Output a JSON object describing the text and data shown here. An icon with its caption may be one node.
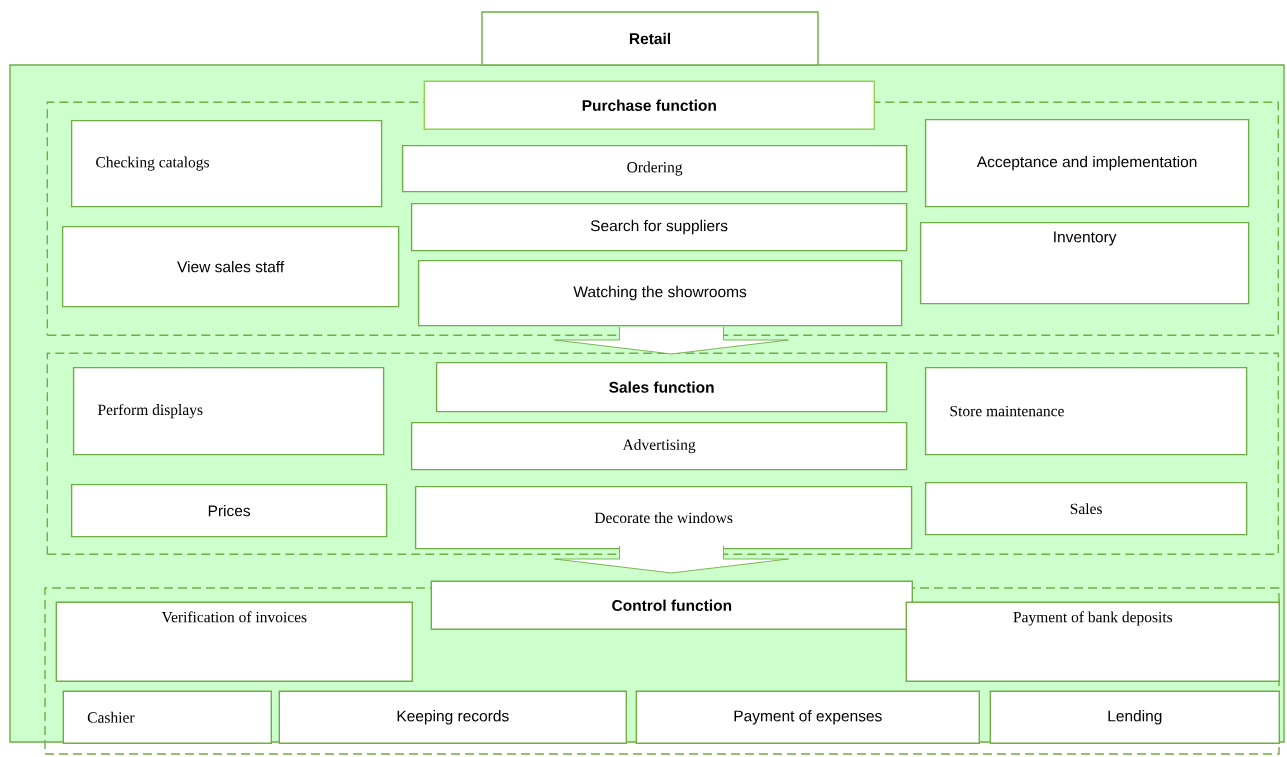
{
  "diagram": {
    "nodes": [
      {
        "text": [
          "Retail"
        ]
      },
      {
        "text": [],
        "shape": "box"
      },
      {
        "text": [
          "Purchase function"
        ],
        "in": 1
      },
      {
        "text": [],
        "shape": "box",
        "in": 1
      },
      {
        "text": [
          "Checking catalogs"
        ],
        "in": 3
      },
      {
        "text": [
          "Ordering"
        ],
        "in": 3
      },
      {
        "text": [
          "Acceptance and implementation"
        ],
        "in": 3
      },
      {
        "text": [
          "View sales staff"
        ],
        "in": 3
      },
      {
        "text": [
          "Search for suppliers"
        ],
        "in": 3
      },
      {
        "text": [
          "Inventory"
        ],
        "in": 3
      },
      {
        "text": [
          "Watching the showrooms"
        ],
        "in": 3
      },
      {
        "text": [],
        "shape": "box",
        "in": 1
      },
      {
        "text": [
          "Sales function"
        ],
        "in": 11
      },
      {
        "text": [
          "Perform displays"
        ],
        "in": 11
      },
      {
        "text": [
          "Store maintenance"
        ],
        "in": 11
      },
      {
        "text": [
          "Advertising"
        ],
        "in": 11
      },
      {
        "text": [
          "Prices"
        ],
        "in": 11
      },
      {
        "text": [
          "Decorate the windows"
        ],
        "in": 11
      },
      {
        "text": [
          "Sales"
        ],
        "in": 11
      },
      {
        "text": [],
        "shape": "box"
      },
      {
        "text": [
          "Control function"
        ],
        "in": 1
      },
      {
        "text": [
          "Verification of invoices"
        ],
        "in": 19
      },
      {
        "text": [
          "Payment of bank deposits"
        ],
        "in": 19
      },
      {
        "text": [
          "Cashier"
        ],
        "in": 19
      },
      {
        "text": [
          "Keeping records"
        ],
        "in": 19
      },
      {
        "text": [
          "Payment of expenses"
        ],
        "in": 19
      },
      {
        "text": [
          "Lending"
        ],
        "in": 19
      }
    ],
    "edges": [
      {
        "from": 3,
        "to": 11,
        "arrow": "to"
      },
      {
        "from": 11,
        "to": 19,
        "arrow": "to"
      }
    ]
  }
}
